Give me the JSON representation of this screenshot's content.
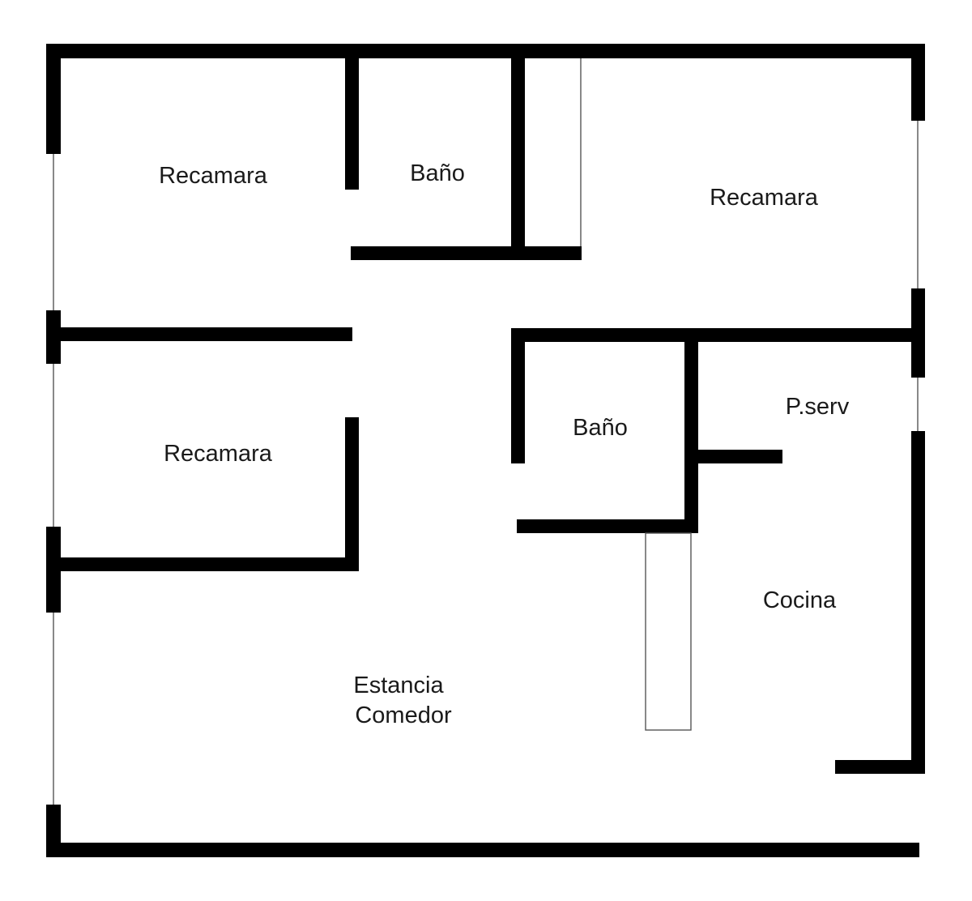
{
  "floor_plan": {
    "rooms": {
      "bedroom_top_left": "Recamara",
      "bathroom_top": "Baño",
      "bedroom_top_right": "Recamara",
      "bedroom_middle_left": "Recamara",
      "bathroom_middle": "Baño",
      "service_patio": "P.serv",
      "kitchen": "Cocina",
      "living_line1": "Estancia",
      "living_line2": "Comedor"
    },
    "colors": {
      "wall": "#000000",
      "window_line": "#555555",
      "background": "#ffffff"
    }
  }
}
